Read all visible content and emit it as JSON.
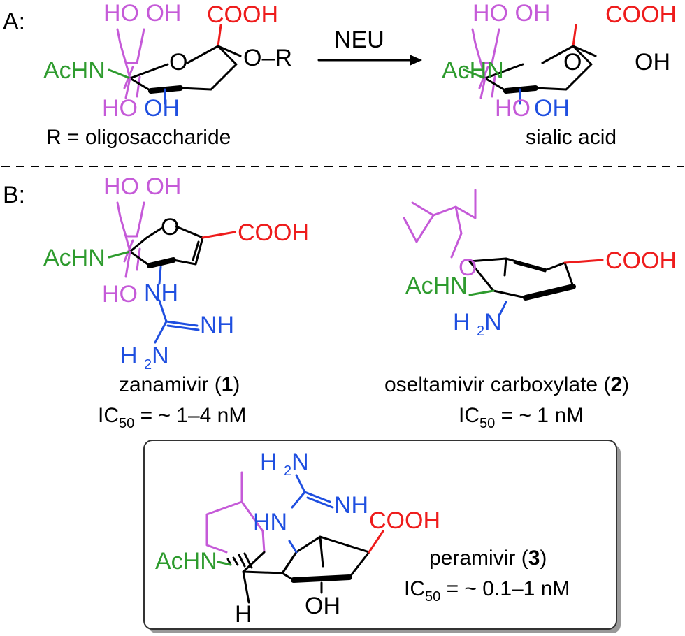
{
  "panel_a": {
    "label": "A:",
    "arrow_label": "NEU",
    "substrate": {
      "ho_top": "HO OH",
      "cooh": "COOH",
      "o_ring": "O",
      "o_r": "O–R",
      "achn": "AcHN",
      "ho": "HO",
      "oh": "OH",
      "caption": "R = oligosaccharide"
    },
    "product": {
      "ho_top": "HO OH",
      "cooh": "COOH",
      "o_ring": "O",
      "oh_anomeric": "OH",
      "achn": "AcHN",
      "ho": "HO",
      "oh": "OH",
      "caption": "sialic acid"
    }
  },
  "panel_b": {
    "label": "B:",
    "zanamivir": {
      "ho_top": "HO OH",
      "o_ring": "O",
      "cooh": "COOH",
      "achn": "AcHN",
      "ho": "HO",
      "nh": "NH",
      "eq_nh": "NH",
      "h2n": "H2N",
      "name": "zanamivir (",
      "number": "1",
      "name_close": ")",
      "ic_main": "IC",
      "ic_sub": "50",
      "ic_value": " = ~ 1–4 nM"
    },
    "oseltamivir": {
      "o": "O",
      "cooh": "COOH",
      "achn": "AcHN",
      "h2n": "H2N",
      "name": "oseltamivir carboxylate (",
      "number": "2",
      "name_close": ")",
      "ic_main": "IC",
      "ic_sub": "50",
      "ic_value": " = ~ 1 nM"
    },
    "peramivir": {
      "h2n": "H2N",
      "nh_top": "NH",
      "hn": "HN",
      "cooh": "COOH",
      "achn": "AcHN",
      "h": "H",
      "oh": "OH",
      "name": "peramivir (",
      "number": "3",
      "name_close": ")",
      "ic_main": "IC",
      "ic_sub": "50",
      "ic_value": " = ~ 0.1–1 nM"
    }
  },
  "colors": {
    "glycerol": "#c55ad8",
    "carboxyl": "#ee1c1c",
    "amine": "#1f4fe0",
    "acetamide": "#2e9b2e",
    "box_border": "#333333",
    "box_shadow": "#999999"
  }
}
